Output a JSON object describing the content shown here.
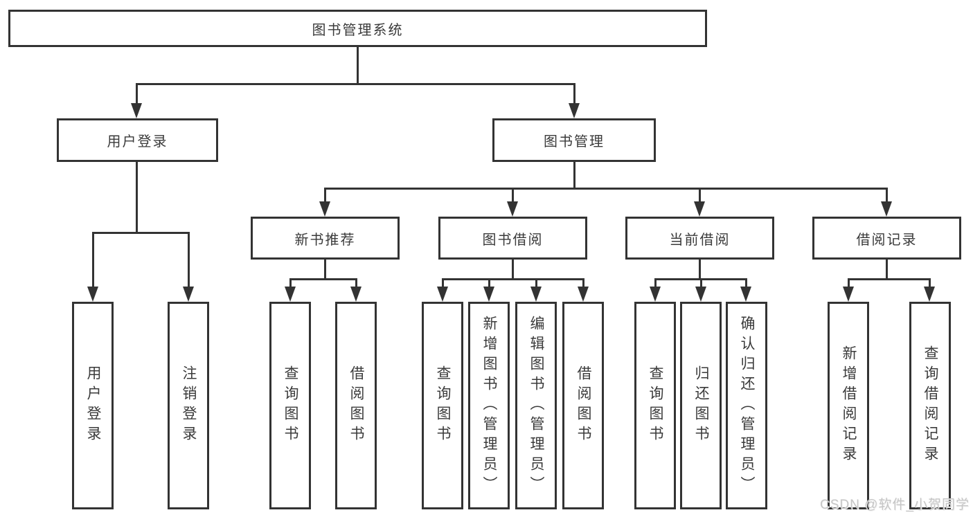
{
  "diagram": {
    "type": "tree",
    "title": "图书管理系统"
  },
  "nodes": {
    "root": {
      "label": "图书管理系统"
    },
    "userLogin": {
      "label": "用户登录"
    },
    "bookManagement": {
      "label": "图书管理"
    },
    "newBookRecommend": {
      "label": "新书推荐"
    },
    "bookBorrow": {
      "label": "图书借阅"
    },
    "currentBorrow": {
      "label": "当前借阅"
    },
    "borrowRecords": {
      "label": "借阅记录"
    },
    "leafUserLogin": {
      "label": "用户登录"
    },
    "leafLogout": {
      "label": "注销登录"
    },
    "leafQueryBook1": {
      "label": "查询图书"
    },
    "leafBorrowBook1": {
      "label": "借阅图书"
    },
    "leafQueryBook2": {
      "label": "查询图书"
    },
    "leafAddBook": {
      "label": "新增图书（管理员）"
    },
    "leafEditBook": {
      "label": "编辑图书（管理员）"
    },
    "leafBorrowBook2": {
      "label": "借阅图书"
    },
    "leafQueryBook3": {
      "label": "查询图书"
    },
    "leafReturnBook": {
      "label": "归还图书"
    },
    "leafConfirmReturn": {
      "label": "确认归还（管理员）"
    },
    "leafAddBorrowRecord": {
      "label": "新增借阅记录"
    },
    "leafQueryBorrowRecord": {
      "label": "查询借阅记录"
    }
  },
  "edges": [
    {
      "from": "root",
      "to": "userLogin"
    },
    {
      "from": "root",
      "to": "bookManagement"
    },
    {
      "from": "userLogin",
      "to": "leafUserLogin"
    },
    {
      "from": "userLogin",
      "to": "leafLogout"
    },
    {
      "from": "bookManagement",
      "to": "newBookRecommend"
    },
    {
      "from": "bookManagement",
      "to": "bookBorrow"
    },
    {
      "from": "bookManagement",
      "to": "currentBorrow"
    },
    {
      "from": "bookManagement",
      "to": "borrowRecords"
    },
    {
      "from": "newBookRecommend",
      "to": "leafQueryBook1"
    },
    {
      "from": "newBookRecommend",
      "to": "leafBorrowBook1"
    },
    {
      "from": "bookBorrow",
      "to": "leafQueryBook2"
    },
    {
      "from": "bookBorrow",
      "to": "leafAddBook"
    },
    {
      "from": "bookBorrow",
      "to": "leafEditBook"
    },
    {
      "from": "bookBorrow",
      "to": "leafBorrowBook2"
    },
    {
      "from": "currentBorrow",
      "to": "leafQueryBook3"
    },
    {
      "from": "currentBorrow",
      "to": "leafReturnBook"
    },
    {
      "from": "currentBorrow",
      "to": "leafConfirmReturn"
    },
    {
      "from": "borrowRecords",
      "to": "leafAddBorrowRecord"
    },
    {
      "from": "borrowRecords",
      "to": "leafQueryBorrowRecord"
    }
  ],
  "watermark": {
    "text": "CSDN @软件_小贺同学"
  },
  "colors": {
    "line": "#333333",
    "boxBorder": "#333333",
    "text": "#3a3a3a",
    "background": "#ffffff",
    "watermark": "#c6c6c6"
  }
}
